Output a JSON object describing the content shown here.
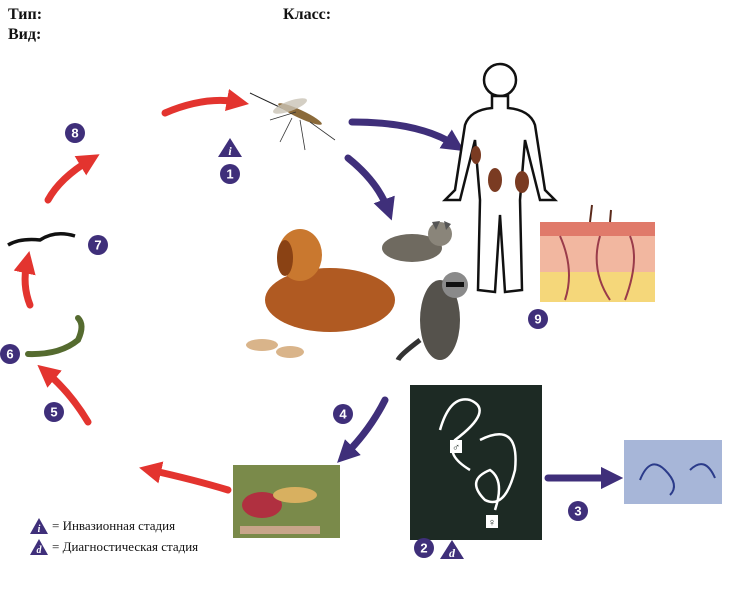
{
  "header": {
    "type_label": "Тип:",
    "species_label": "Вид:",
    "class_label": "Класс:"
  },
  "steps": [
    "1",
    "2",
    "3",
    "4",
    "5",
    "6",
    "7",
    "8",
    "9"
  ],
  "markers": {
    "infective": "i",
    "diagnostic": "d"
  },
  "legend": {
    "infective": "= Инвазионная стадия",
    "diagnostic": "= Диагностическая стадия"
  },
  "symbols": {
    "male": "♂",
    "female": "♀"
  },
  "colors": {
    "red_arrow": "#e3342f",
    "purple_arrow": "#3f2f7a",
    "badge": "#3f2f7a"
  },
  "icons": [
    "mosquito-icon",
    "human-silhouette-icon",
    "dog-icon",
    "cat-icon",
    "raccoon-icon",
    "skin-section-icon",
    "mosquito-feeding-icon",
    "adult-worms-icon",
    "microfilariae-icon",
    "larva-icon"
  ]
}
